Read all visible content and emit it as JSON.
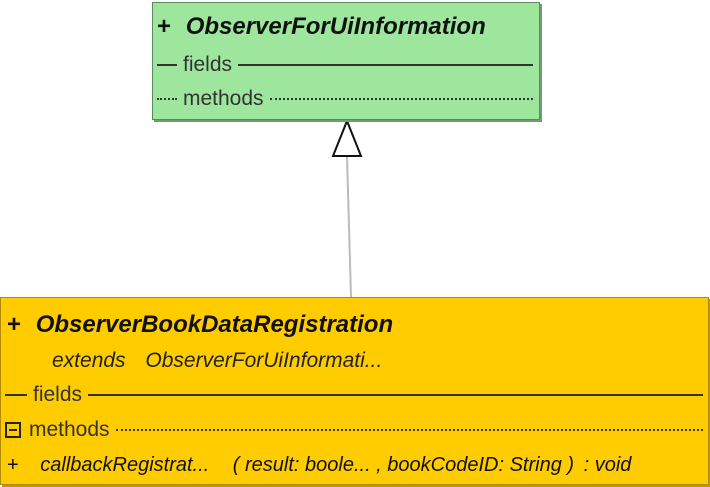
{
  "parent": {
    "visibility": "+",
    "name": "ObserverForUiInformation",
    "fields_label": "fields",
    "methods_label": "methods",
    "color": "#9ee69e"
  },
  "child": {
    "visibility": "+",
    "name": "ObserverBookDataRegistration",
    "extends_keyword": "extends",
    "extends_target": "ObserverForUiInformati...",
    "fields_label": "fields",
    "methods_label": "methods",
    "color": "#ffcc00",
    "methods": [
      {
        "visibility": "+",
        "name": "callbackRegistrat...",
        "params": "( result: boole...  ,  bookCodeID: String )",
        "return": ": void"
      }
    ]
  },
  "relation": {
    "type": "generalization",
    "icon": "hollow-triangle-arrow-icon"
  }
}
